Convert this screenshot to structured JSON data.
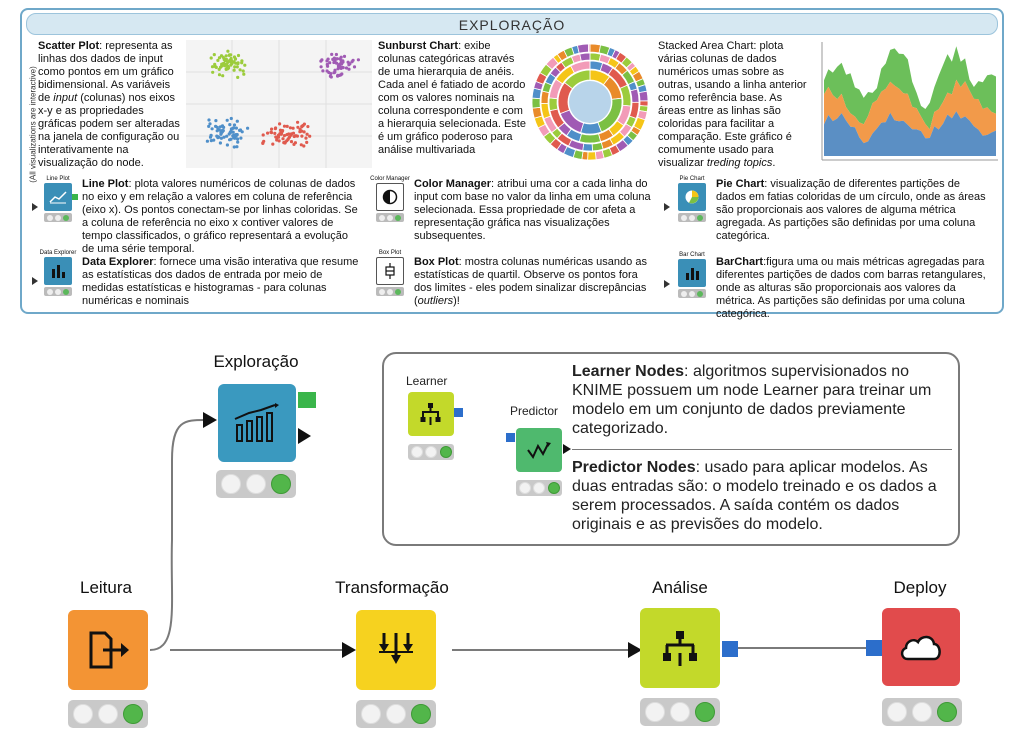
{
  "panel": {
    "title": "EXPLORAÇÃO",
    "side_note": "(All visualizations are interactive)"
  },
  "scatter": {
    "name": "Scatter Plot",
    "text_1": ": representa as linhas dos dados de input como pontos em um gráfico bidimensional. As variáveis de ",
    "text_italic": "input",
    "text_2": " (colunas) nos eixos x-y e as propriedades gráficas podem ser alteradas na janela de configuração ou interativamente na visualização do node."
  },
  "sunburst": {
    "name": "Sunburst Chart",
    "text": ": exibe colunas categóricas através de uma hierarquia de anéis. Cada anel é fatiado de acordo com os valores nominais na coluna correspondente e com a hierarquia selecionada. Este é um gráfico poderoso para análise multivariada"
  },
  "stacked": {
    "text_1": "Stacked Area Chart: plota várias colunas de dados numéricos umas sobre as outras, usando a linha anterior como referência base. As áreas entre as linhas são coloridas para facilitar a comparação. Este gráfico é comumente usado para visualizar ",
    "text_italic": "treding topics",
    "text_2": "."
  },
  "line_plot": {
    "label": "Line Plot",
    "name": "Line Plot",
    "text": ": plota valores numéricos de colunas de dados no eixo y em relação a valores em coluna de referência (eixo x). Os pontos conectam-se por linhas coloridas. Se a coluna de referência no eixo x contiver valores de tempo classificados, o gráfico representará a evolução de uma série temporal."
  },
  "color_manager": {
    "label": "Color Manager",
    "name": "Color Manager",
    "text": ": atribui uma cor a cada linha do input com base no valor da linha em uma coluna selecionada. Essa propriedade de cor afeta a representação gráfica nas visualizações subsequentes."
  },
  "pie_chart": {
    "label": "Pie Chart",
    "name": "Pie Chart",
    "text": ": visualização de diferentes partições de dados em fatias coloridas de um círculo, onde as áreas são proporcionais aos valores de alguma métrica agregada. As partições são definidas por uma coluna categórica."
  },
  "data_explorer": {
    "label": "Data Explorer",
    "name": "Data Explorer",
    "text": ": fornece uma visão interativa que resume as estatísticas dos dados de entrada por meio de medidas estatísticas e histogramas - para colunas numéricas e nominais"
  },
  "box_plot": {
    "label": "Box Plot",
    "name": "Box Plot",
    "text_1": ": mostra colunas numéricas usando as estatísticas de quartil. Observe os pontos fora dos limites - eles podem sinalizar discrepâncias (",
    "text_italic": "outliers",
    "text_2": ")!"
  },
  "bar_chart": {
    "label": "Bar Chart",
    "name": "BarChart",
    "text": ":figura uma ou mais métricas agregadas para diferentes partições de dados com barras retangulares, onde as alturas são proporcionais aos valores da métrica. As partições são definidas por uma coluna categórica."
  },
  "pipeline": {
    "leitura": "Leitura",
    "transformacao": "Transformação",
    "analise": "Análise",
    "deploy": "Deploy",
    "exploracao": "Exploração"
  },
  "learner_box": {
    "learner_label": "Learner",
    "predictor_label": "Predictor",
    "learner_title": "Learner Nodes",
    "learner_text": ": algoritmos supervisionados no KNIME possuem um node Learner para treinar um modelo em um conjunto de dados previamente categorizado.",
    "predictor_title": "Predictor Nodes",
    "predictor_text": ": usado para aplicar modelos. As duas entradas são: o modelo treinado e os dados a serem processados. A saída contém os dados originais e as previsões do modelo."
  },
  "colors": {
    "orange": "#f39434",
    "yellow": "#f6d21f",
    "lime": "#c3d92a",
    "red": "#e14b4c",
    "blue": "#3a99bf",
    "green_node": "#4fb96e",
    "port_blue": "#2c6ecb",
    "port_green": "#3ab54a"
  }
}
